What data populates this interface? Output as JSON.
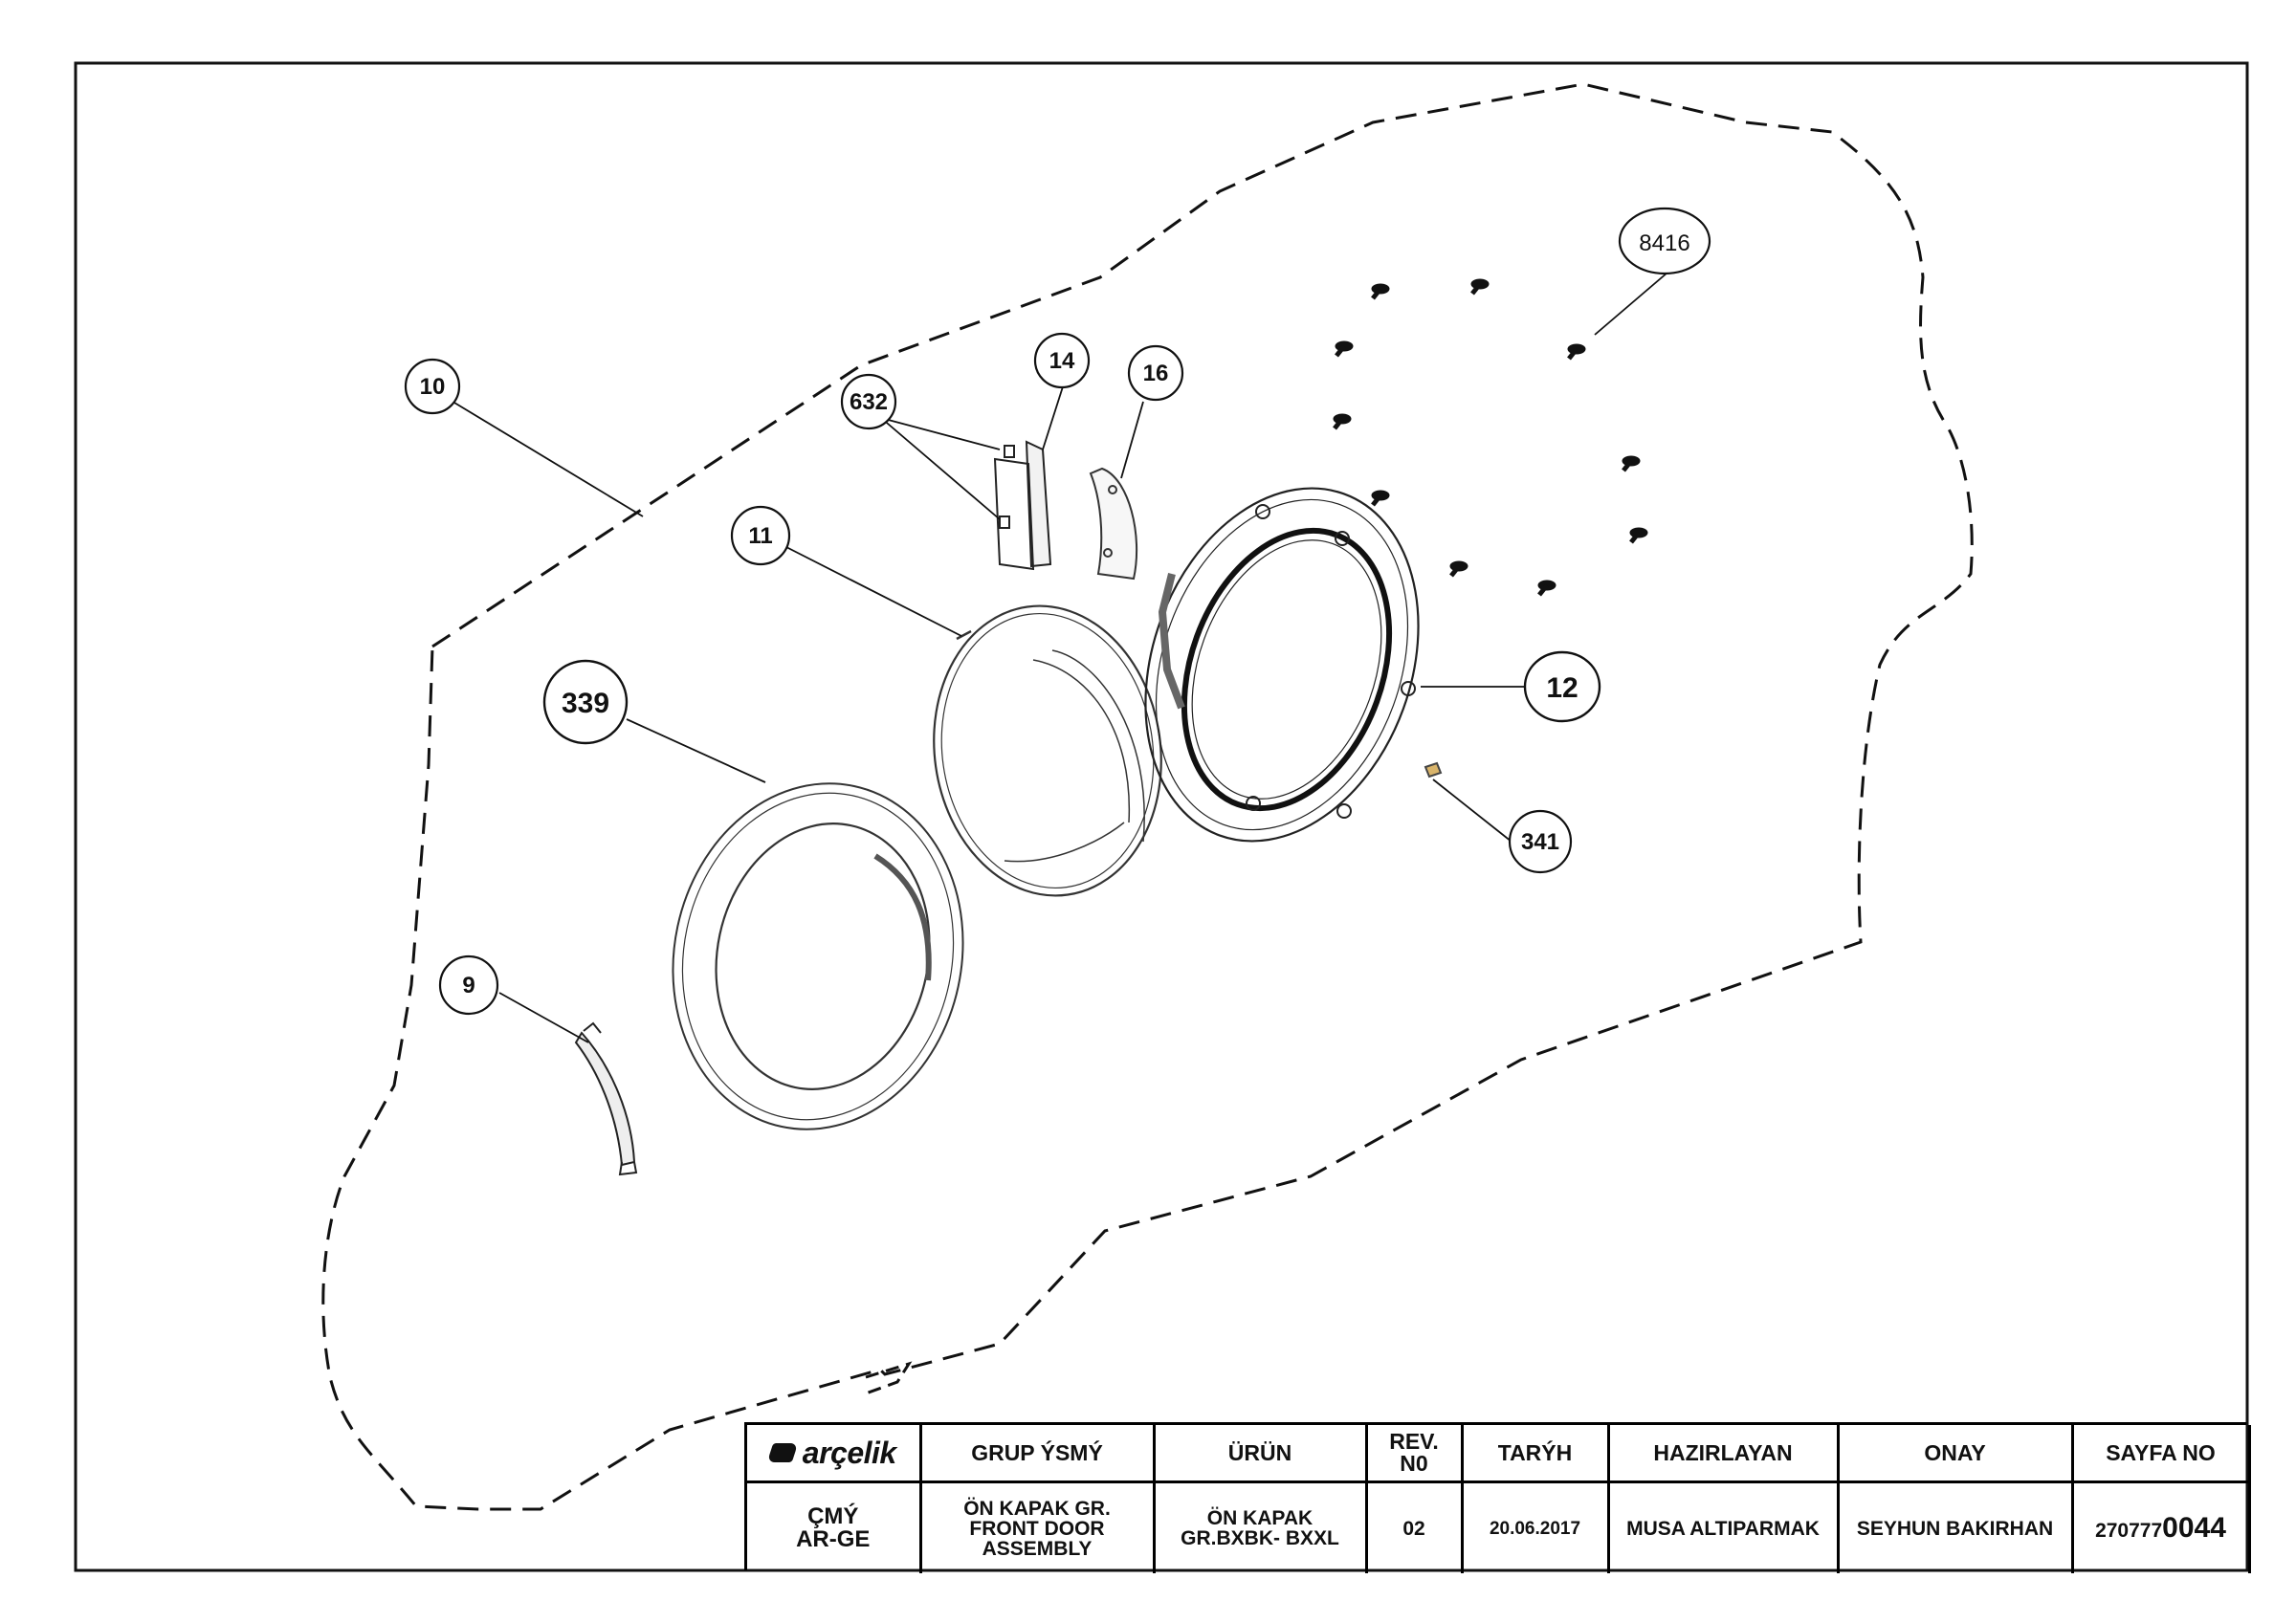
{
  "callouts": {
    "c10": "10",
    "c632": "632",
    "c14": "14",
    "c16": "16",
    "c8416": "8416",
    "c11": "11",
    "c339": "339",
    "c12": "12",
    "c341": "341",
    "c9": "9"
  },
  "title_block": {
    "logo_text": "arçelik",
    "headers": {
      "group_name": "GRUP ÝSMÝ",
      "product": "ÜRÜN",
      "rev_line1": "REV.",
      "rev_line2": "N0",
      "date": "TARÝH",
      "prepared_by": "HAZIRLAYAN",
      "approved_by": "ONAY",
      "page_no": "SAYFA NO"
    },
    "values": {
      "dept_line1": "ÇMÝ",
      "dept_line2": "AR-GE",
      "group_line1": "ÖN KAPAK GR.",
      "group_line2": "FRONT DOOR",
      "group_line3": "ASSEMBLY",
      "product_line1": "ÖN KAPAK",
      "product_line2": "GR.BXBK- BXXL",
      "rev": "02",
      "date": "20.06.2017",
      "prepared_by": "MUSA ALTIPARMAK",
      "approved_by": "SEYHUN BAKIRHAN",
      "page_prefix": "270777",
      "page_suffix": "0044"
    }
  }
}
